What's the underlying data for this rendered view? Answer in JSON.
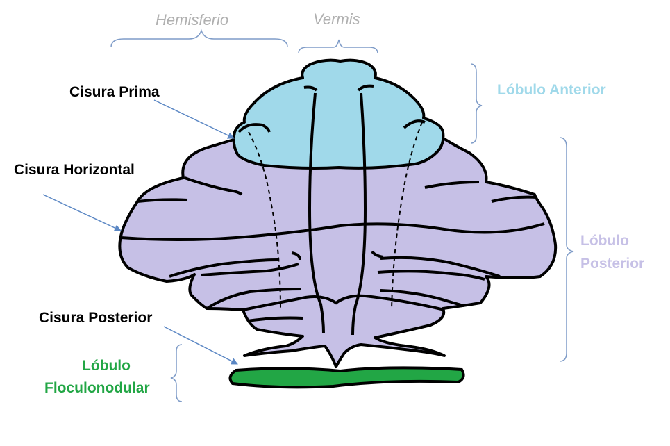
{
  "labels": {
    "hemisferio": "Hemisferio",
    "vermis": "Vermis",
    "cisura_prima": "Cisura Prima",
    "cisura_horizontal": "Cisura Horizontal",
    "cisura_posterior": "Cisura Posterior",
    "lobulo_anterior": "Lóbulo Anterior",
    "lobulo_posterior_1": "Lóbulo",
    "lobulo_posterior_2": "Posterior",
    "lobulo_floculonodular_1": "Lóbulo",
    "lobulo_floculonodular_2": "Floculonodular"
  },
  "colors": {
    "anterior": "#a0d9ea",
    "posterior": "#c6c0e6",
    "floculonodular": "#22a645",
    "outline": "#000000",
    "arrow": "#5b87c4",
    "bracket": "#7f9cc8",
    "top_label": "#b0b0b0"
  }
}
